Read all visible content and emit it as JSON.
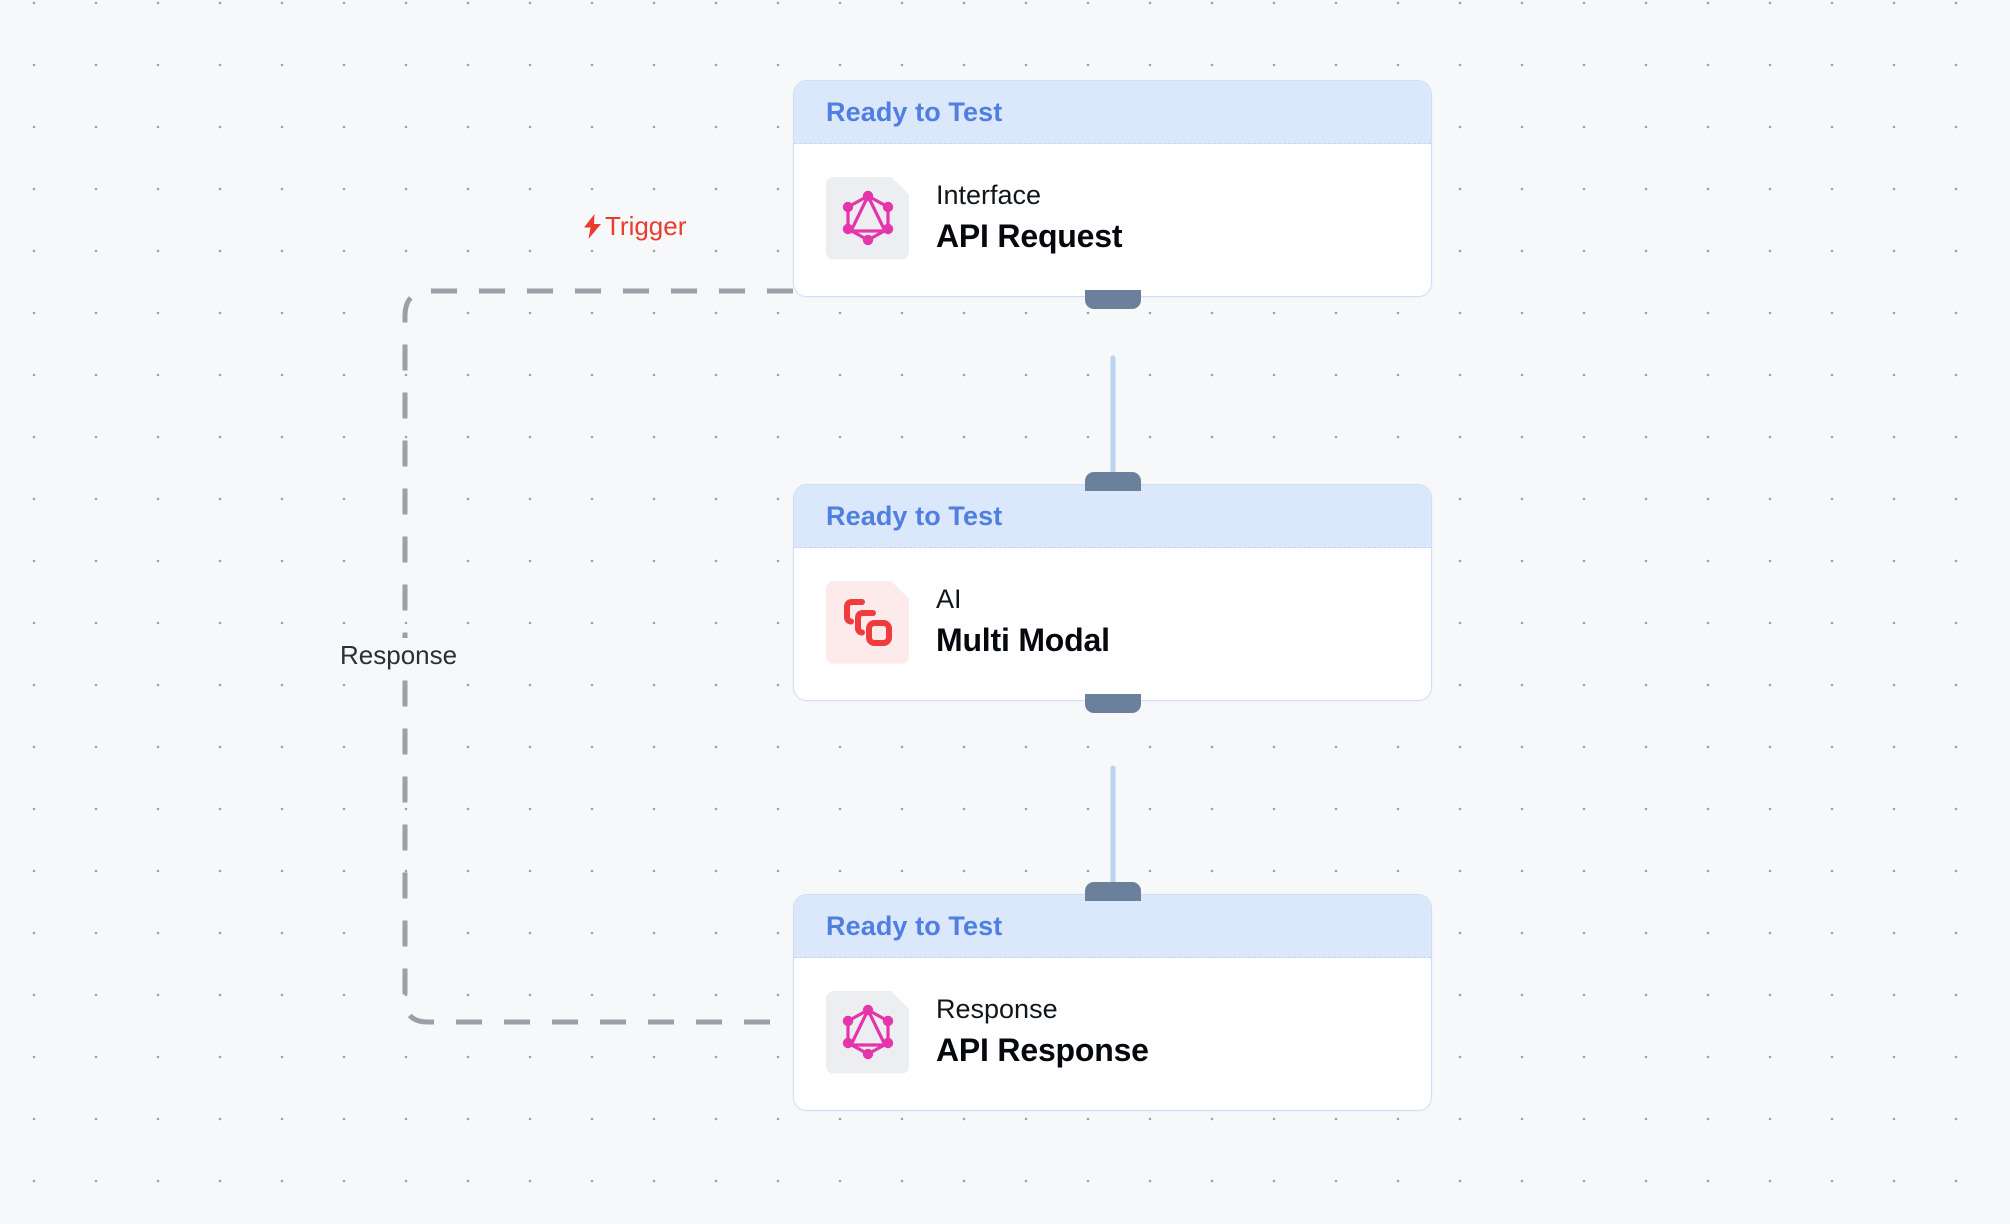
{
  "canvas": {
    "background_color": "#f7f8fa",
    "grid_dot_color": "#9ca3af",
    "grid_spacing": "62px"
  },
  "theme": {
    "status_header_bg": "#dbe7fa",
    "status_text_color": "#4f7fe0",
    "card_border_color": "#cfdef5",
    "handle_color": "#6b819b",
    "edge_line_color": "#b9d4ef",
    "dashed_edge_color": "#9aa0a6",
    "trigger_label_color": "#ea3b2f",
    "response_label_color": "#2b2f36",
    "graphql_icon_color": "#e535ab",
    "ai_icon_color": "#f03c3c"
  },
  "edges": [
    {
      "id": "trigger-edge",
      "label": "Trigger",
      "icon": "lightning-bolt-icon",
      "style": "dashed",
      "color": "#ea3b2f"
    },
    {
      "id": "response-edge",
      "label": "Response",
      "style": "dashed",
      "color": "#2b2f36"
    },
    {
      "id": "request-to-multimodal",
      "label": "",
      "style": "solid",
      "color": "#b9d4ef"
    },
    {
      "id": "multimodal-to-response",
      "label": "",
      "style": "solid",
      "color": "#b9d4ef"
    }
  ],
  "nodes": [
    {
      "id": "api-request",
      "status": "Ready to Test",
      "kind": "Interface",
      "title": "API Request",
      "icon": "graphql-icon",
      "icon_tile_bg": "#eceef2"
    },
    {
      "id": "multi-modal",
      "status": "Ready to Test",
      "kind": "AI",
      "title": "Multi Modal",
      "icon": "multi-modal-stack-icon",
      "icon_tile_bg": "#fdeaea"
    },
    {
      "id": "api-response",
      "status": "Ready to Test",
      "kind": "Response",
      "title": "API Response",
      "icon": "graphql-icon",
      "icon_tile_bg": "#eceef2"
    }
  ]
}
